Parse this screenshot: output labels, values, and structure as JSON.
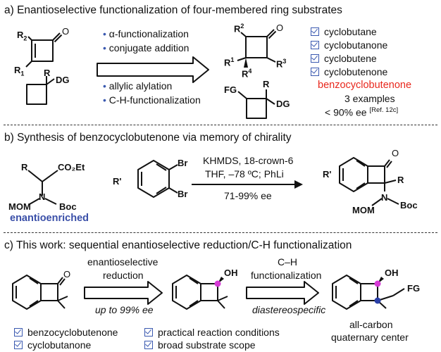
{
  "section_a": {
    "title": "a) Enantioselective functionalization of four-membered ring substrates",
    "methods": [
      "α-functionalization",
      "conjugate addition",
      "allylic alylation",
      "C-H-functionalization"
    ],
    "left_labels": {
      "r2": "R",
      "r2_sub": "2",
      "r1": "R",
      "r1_sub": "1",
      "o": "O",
      "r": "R",
      "dg": "DG"
    },
    "right_labels": {
      "r2": "R",
      "r2_sup": "2",
      "o": "O",
      "r1": "R",
      "r1_sup": "1",
      "r4": "R",
      "r4_sup": "4",
      "r3": "R",
      "r3_sup": "3",
      "fg": "FG",
      "r": "R",
      "dg": "DG"
    },
    "checklist": [
      "cyclobutane",
      "cyclobutanone",
      "cyclobutene",
      "cyclobutenone"
    ],
    "highlight": "benzocyclobutenone",
    "examples": "3 examples",
    "ee": "< 90% ee",
    "ref": "[Ref. 12c]"
  },
  "section_b": {
    "title": "b) Synthesis of benzocyclobutenone via memory of chirality",
    "sm_labels": {
      "r": "R",
      "co2et": "CO₂Et",
      "n": "N",
      "mom": "MOM",
      "boc": "Boc"
    },
    "enantio_label": "enantioenriched",
    "aryl_labels": {
      "br1": "Br",
      "br2": "Br",
      "rp": "R'"
    },
    "conditions_line1": "KHMDS, 18-crown-6",
    "conditions_line2": "THF, –78 ºC; PhLi",
    "ee_range": "71-99% ee",
    "product_labels": {
      "o": "O",
      "rp": "R'",
      "r": "R",
      "n": "N",
      "boc": "Boc",
      "mom": "MOM"
    }
  },
  "section_c": {
    "title": "c) This work: sequential enantioselective reduction/C-H functionalization",
    "step1_line1": "enantioselective",
    "step1_line2": "reduction",
    "step1_below": "up to 99% ee",
    "step2_line1": "C–H",
    "step2_line2": "functionalization",
    "step2_below": "diastereospecific",
    "labels": {
      "o": "O",
      "oh1": "OH",
      "oh2": "OH",
      "fg": "FG"
    },
    "center_caption_line1": "all-carbon",
    "center_caption_line2": "quaternary center",
    "checklist_left": [
      "benzocyclobutenone",
      "cyclobutanone"
    ],
    "checklist_right": [
      "practical reaction conditions",
      "broad substrate scope"
    ],
    "colors": {
      "pink_atom": "#d63ad6",
      "blue_atom": "#2a3fa8"
    }
  },
  "colors": {
    "accent_blue": "#3a59b0",
    "highlight_red": "#e8271c",
    "enantio_blue": "#3a4fa8"
  }
}
